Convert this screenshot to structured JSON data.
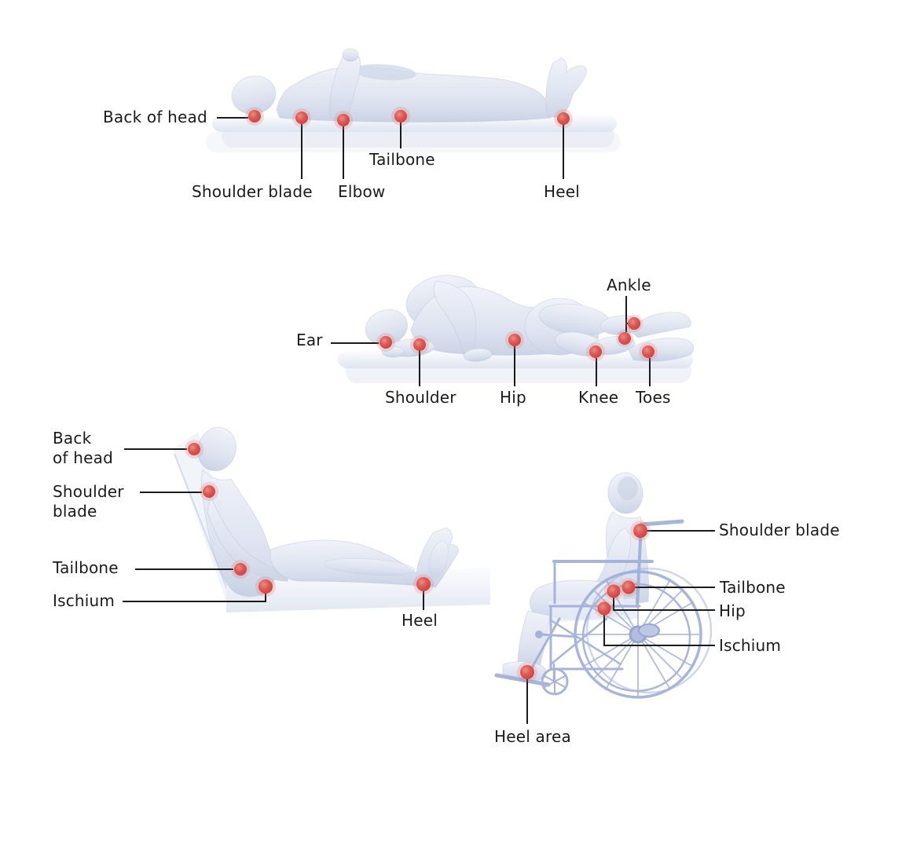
{
  "diagram": {
    "type": "pressure-point-diagram",
    "figures": [
      {
        "id": "lying-on-back",
        "labels": [
          {
            "id": "back-of-head",
            "text": "Back of head"
          },
          {
            "id": "shoulder-blade",
            "text": "Shoulder blade"
          },
          {
            "id": "elbow",
            "text": "Elbow"
          },
          {
            "id": "tailbone",
            "text": "Tailbone"
          },
          {
            "id": "heel",
            "text": "Heel"
          }
        ]
      },
      {
        "id": "lying-on-side",
        "labels": [
          {
            "id": "ear",
            "text": "Ear"
          },
          {
            "id": "shoulder",
            "text": "Shoulder"
          },
          {
            "id": "hip",
            "text": "Hip"
          },
          {
            "id": "knee",
            "text": "Knee"
          },
          {
            "id": "ankle",
            "text": "Ankle"
          },
          {
            "id": "toes",
            "text": "Toes"
          }
        ]
      },
      {
        "id": "sitting-reclined",
        "labels": [
          {
            "id": "back-of-head",
            "text": "Back\nof head"
          },
          {
            "id": "shoulder-blade",
            "text": "Shoulder\nblade"
          },
          {
            "id": "tailbone",
            "text": "Tailbone"
          },
          {
            "id": "ischium",
            "text": "Ischium"
          },
          {
            "id": "heel",
            "text": "Heel"
          }
        ]
      },
      {
        "id": "sitting-wheelchair",
        "labels": [
          {
            "id": "shoulder-blade",
            "text": "Shoulder blade"
          },
          {
            "id": "tailbone",
            "text": "Tailbone"
          },
          {
            "id": "hip",
            "text": "Hip"
          },
          {
            "id": "ischium",
            "text": "Ischium"
          },
          {
            "id": "heel-area",
            "text": "Heel area"
          }
        ]
      }
    ],
    "colors": {
      "pressure_dot": "#d9504c",
      "leader_line": "#1b1b1b",
      "body": "#d7ddeb",
      "wheelchair": "#9fadd8",
      "text": "#1b1b1b",
      "background": "#ffffff"
    }
  }
}
